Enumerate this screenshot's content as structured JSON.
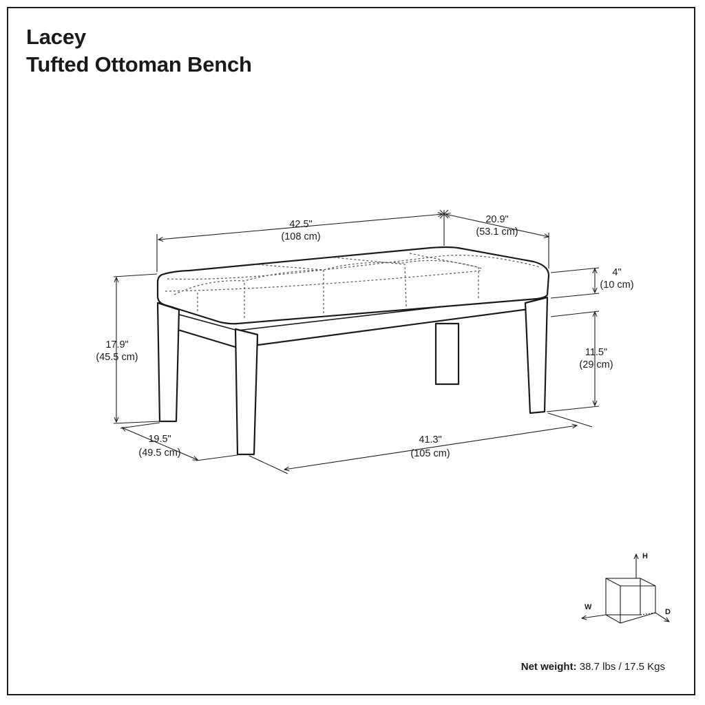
{
  "title": {
    "line1": "Lacey",
    "line2": "Tufted Ottoman Bench"
  },
  "dimensions": {
    "overall_width": {
      "in": "42.5\"",
      "cm": "(108 cm)"
    },
    "overall_depth": {
      "in": "20.9\"",
      "cm": "(53.1 cm)"
    },
    "cushion_height": {
      "in": "4\"",
      "cm": "(10 cm)"
    },
    "overall_height": {
      "in": "17.9\"",
      "cm": "(45.5 cm)"
    },
    "leg_height": {
      "in": "11.5\"",
      "cm": "(29 cm)"
    },
    "base_depth": {
      "in": "19.5\"",
      "cm": "(49.5 cm)"
    },
    "base_width": {
      "in": "41.3\"",
      "cm": "(105 cm)"
    }
  },
  "axes": {
    "h": "H",
    "w": "W",
    "d": "D"
  },
  "weight": {
    "label": "Net weight:",
    "value": "38.7 lbs / 17.5 Kgs"
  }
}
